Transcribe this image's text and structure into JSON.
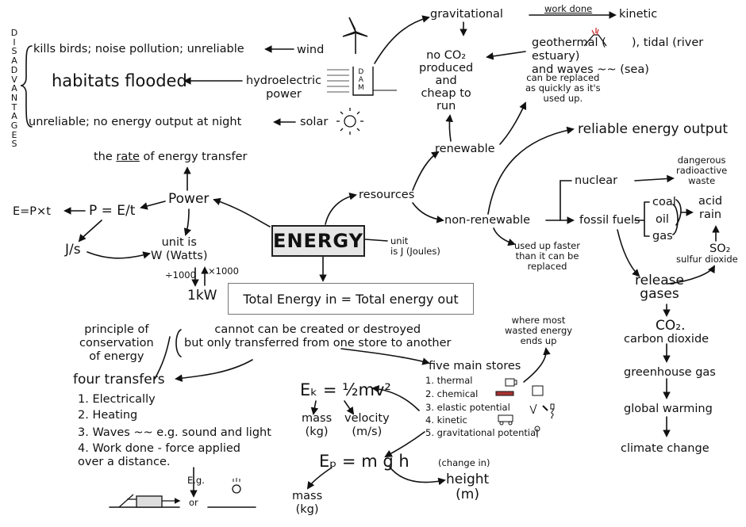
{
  "center": {
    "title": "ENERGY",
    "unit": "unit\nis J (Joules)"
  },
  "conservation": {
    "equation": "Total Energy in = Total energy out",
    "principle": "principle of\nconservation\nof energy",
    "statement": "cannot can be created or destroyed\nbut only transferred from one store to another"
  },
  "power": {
    "title": "Power",
    "rate": "the rate of energy transfer",
    "rate_underlined": "rate",
    "formula": "P = E/t",
    "formula2": "E=P×t",
    "unit_js": "J/s",
    "unit": "unit is\nW (Watts)",
    "div": "÷1000",
    "mul": "×1000",
    "kw": "1kW"
  },
  "resources": {
    "title": "resources",
    "renewable": "renewable",
    "non_renewable": "non-renewable",
    "replaced": "can be replaced\nas quickly as it's\nused up.",
    "used_faster": "used up faster\nthan it can be\nreplaced",
    "reliable": "reliable energy output",
    "nuclear": "nuclear",
    "radioactive": "dangerous\nradioactive\nwaste",
    "fossil": "fossil fuels",
    "coal": "coal",
    "oil": "oil",
    "gas": "gas",
    "acid": "acid\nrain",
    "so2": "SO₂",
    "sulfur": "sulfur dioxide",
    "release": "release\ngases",
    "co2": "CO₂.",
    "carbon": "carbon dioxide",
    "greenhouse": "greenhouse gas",
    "warming": "global warming",
    "climate": "climate change",
    "no_co2": "no CO₂\nproduced\nand\ncheap to\nrun",
    "gravitational": "gravitational",
    "work_done": "work done",
    "kinetic": "kinetic",
    "geo": "geothermal (",
    "geo2": "), tidal (river estuary)\nand waves ~~ (sea)",
    "wind": "wind",
    "hydro": "hydroelectric\npower",
    "solar": "solar",
    "dam": "D\nA\nM"
  },
  "disadvantages": {
    "label": "DISADVANTAGES",
    "wind": "kills birds; noise pollution; unreliable",
    "hydro": "habitats flooded",
    "solar": "unreliable; no energy output at night"
  },
  "transfers": {
    "title": "four transfers",
    "items": [
      "1. Electrically",
      "2. Heating",
      "3. Waves ~~ e.g. sound and light",
      "4. Work done - force applied\nover a distance."
    ],
    "eg": "E.g.",
    "or": "or"
  },
  "stores": {
    "title": "five main stores",
    "wasted": "where most\nwasted energy\nends up",
    "items": [
      "1. thermal",
      "2. chemical",
      "3. elastic potential",
      "4. kinetic",
      "5. gravitational potential"
    ]
  },
  "kinetic": {
    "formula": "Eₖ = ½mv²",
    "mass": "mass\n(kg)",
    "velocity": "velocity\n(m/s)"
  },
  "gpe": {
    "formula": "Eₚ = m g h",
    "mass": "mass\n(kg)",
    "height_note": "(change in)",
    "height": "height\n(m)"
  },
  "colors": {
    "ink": "#111111",
    "box_fill": "#e6e6e6",
    "box_border": "#777777"
  }
}
